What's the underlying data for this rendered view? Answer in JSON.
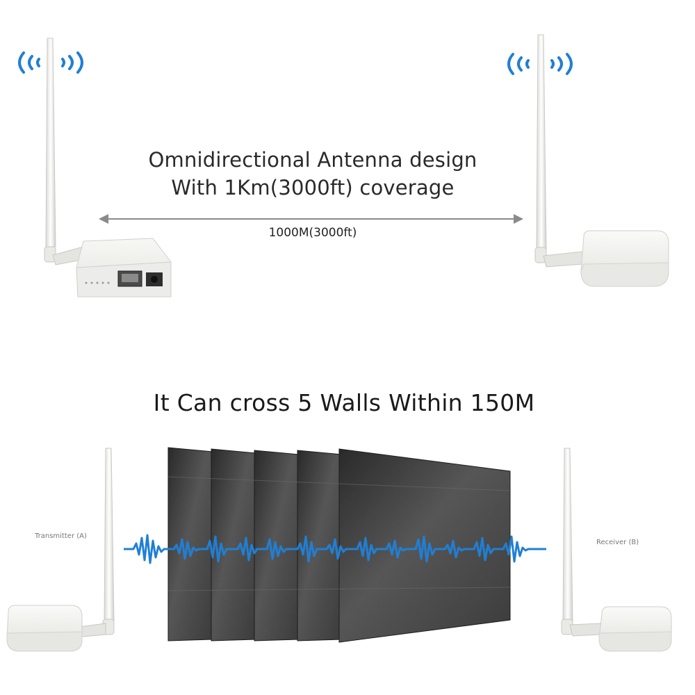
{
  "headline": {
    "line1": "Omnidirectional Antenna design",
    "line2": "With 1Km(3000ft) coverage"
  },
  "distance_label": "1000M(3000ft)",
  "walls_title": "It Can cross 5 Walls Within 150M",
  "transmitter_caption": "Transmitter (A)",
  "receiver_caption": "Receiver (B)",
  "wall_count": 5,
  "colors": {
    "signal_blue": "#1f7fd6",
    "arrow_gray": "#8a8a8a",
    "device_white": "#f2f2f0",
    "wall_dark": "#3a3a3a"
  },
  "icons": [
    "wifi-signal-icon",
    "wifi-signal-icon"
  ]
}
